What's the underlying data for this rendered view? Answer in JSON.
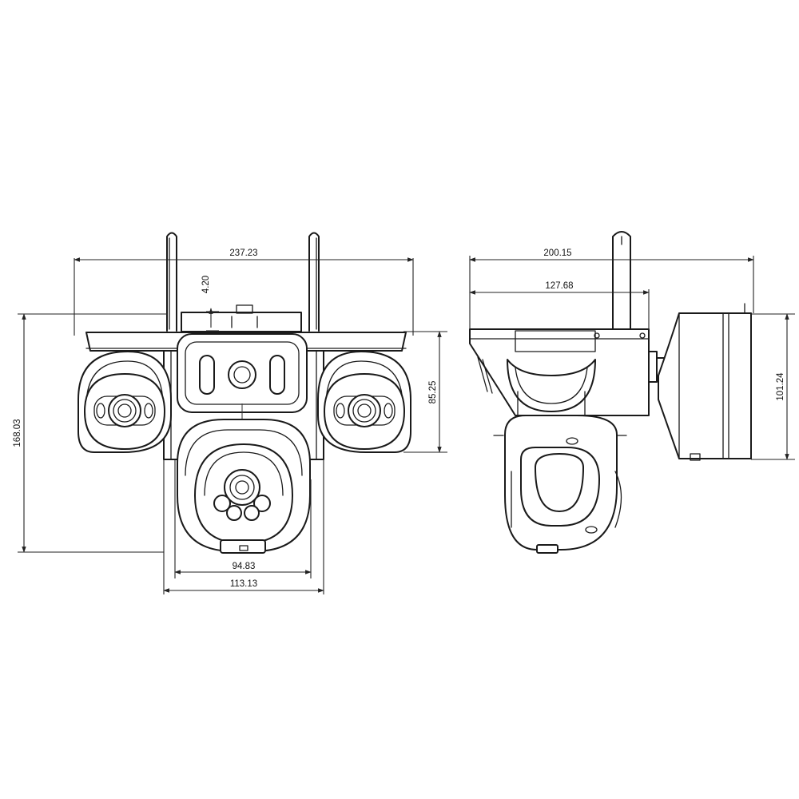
{
  "front_view": {
    "overall_width": "237.23",
    "antenna_gap": "4.20",
    "overall_height": "168.03",
    "side_height": "85.25",
    "lens_housing_width": "94.83",
    "bracket_width": "113.13"
  },
  "side_view": {
    "overall_depth": "200.15",
    "bracket_depth": "127.68",
    "mount_height": "101.24"
  }
}
